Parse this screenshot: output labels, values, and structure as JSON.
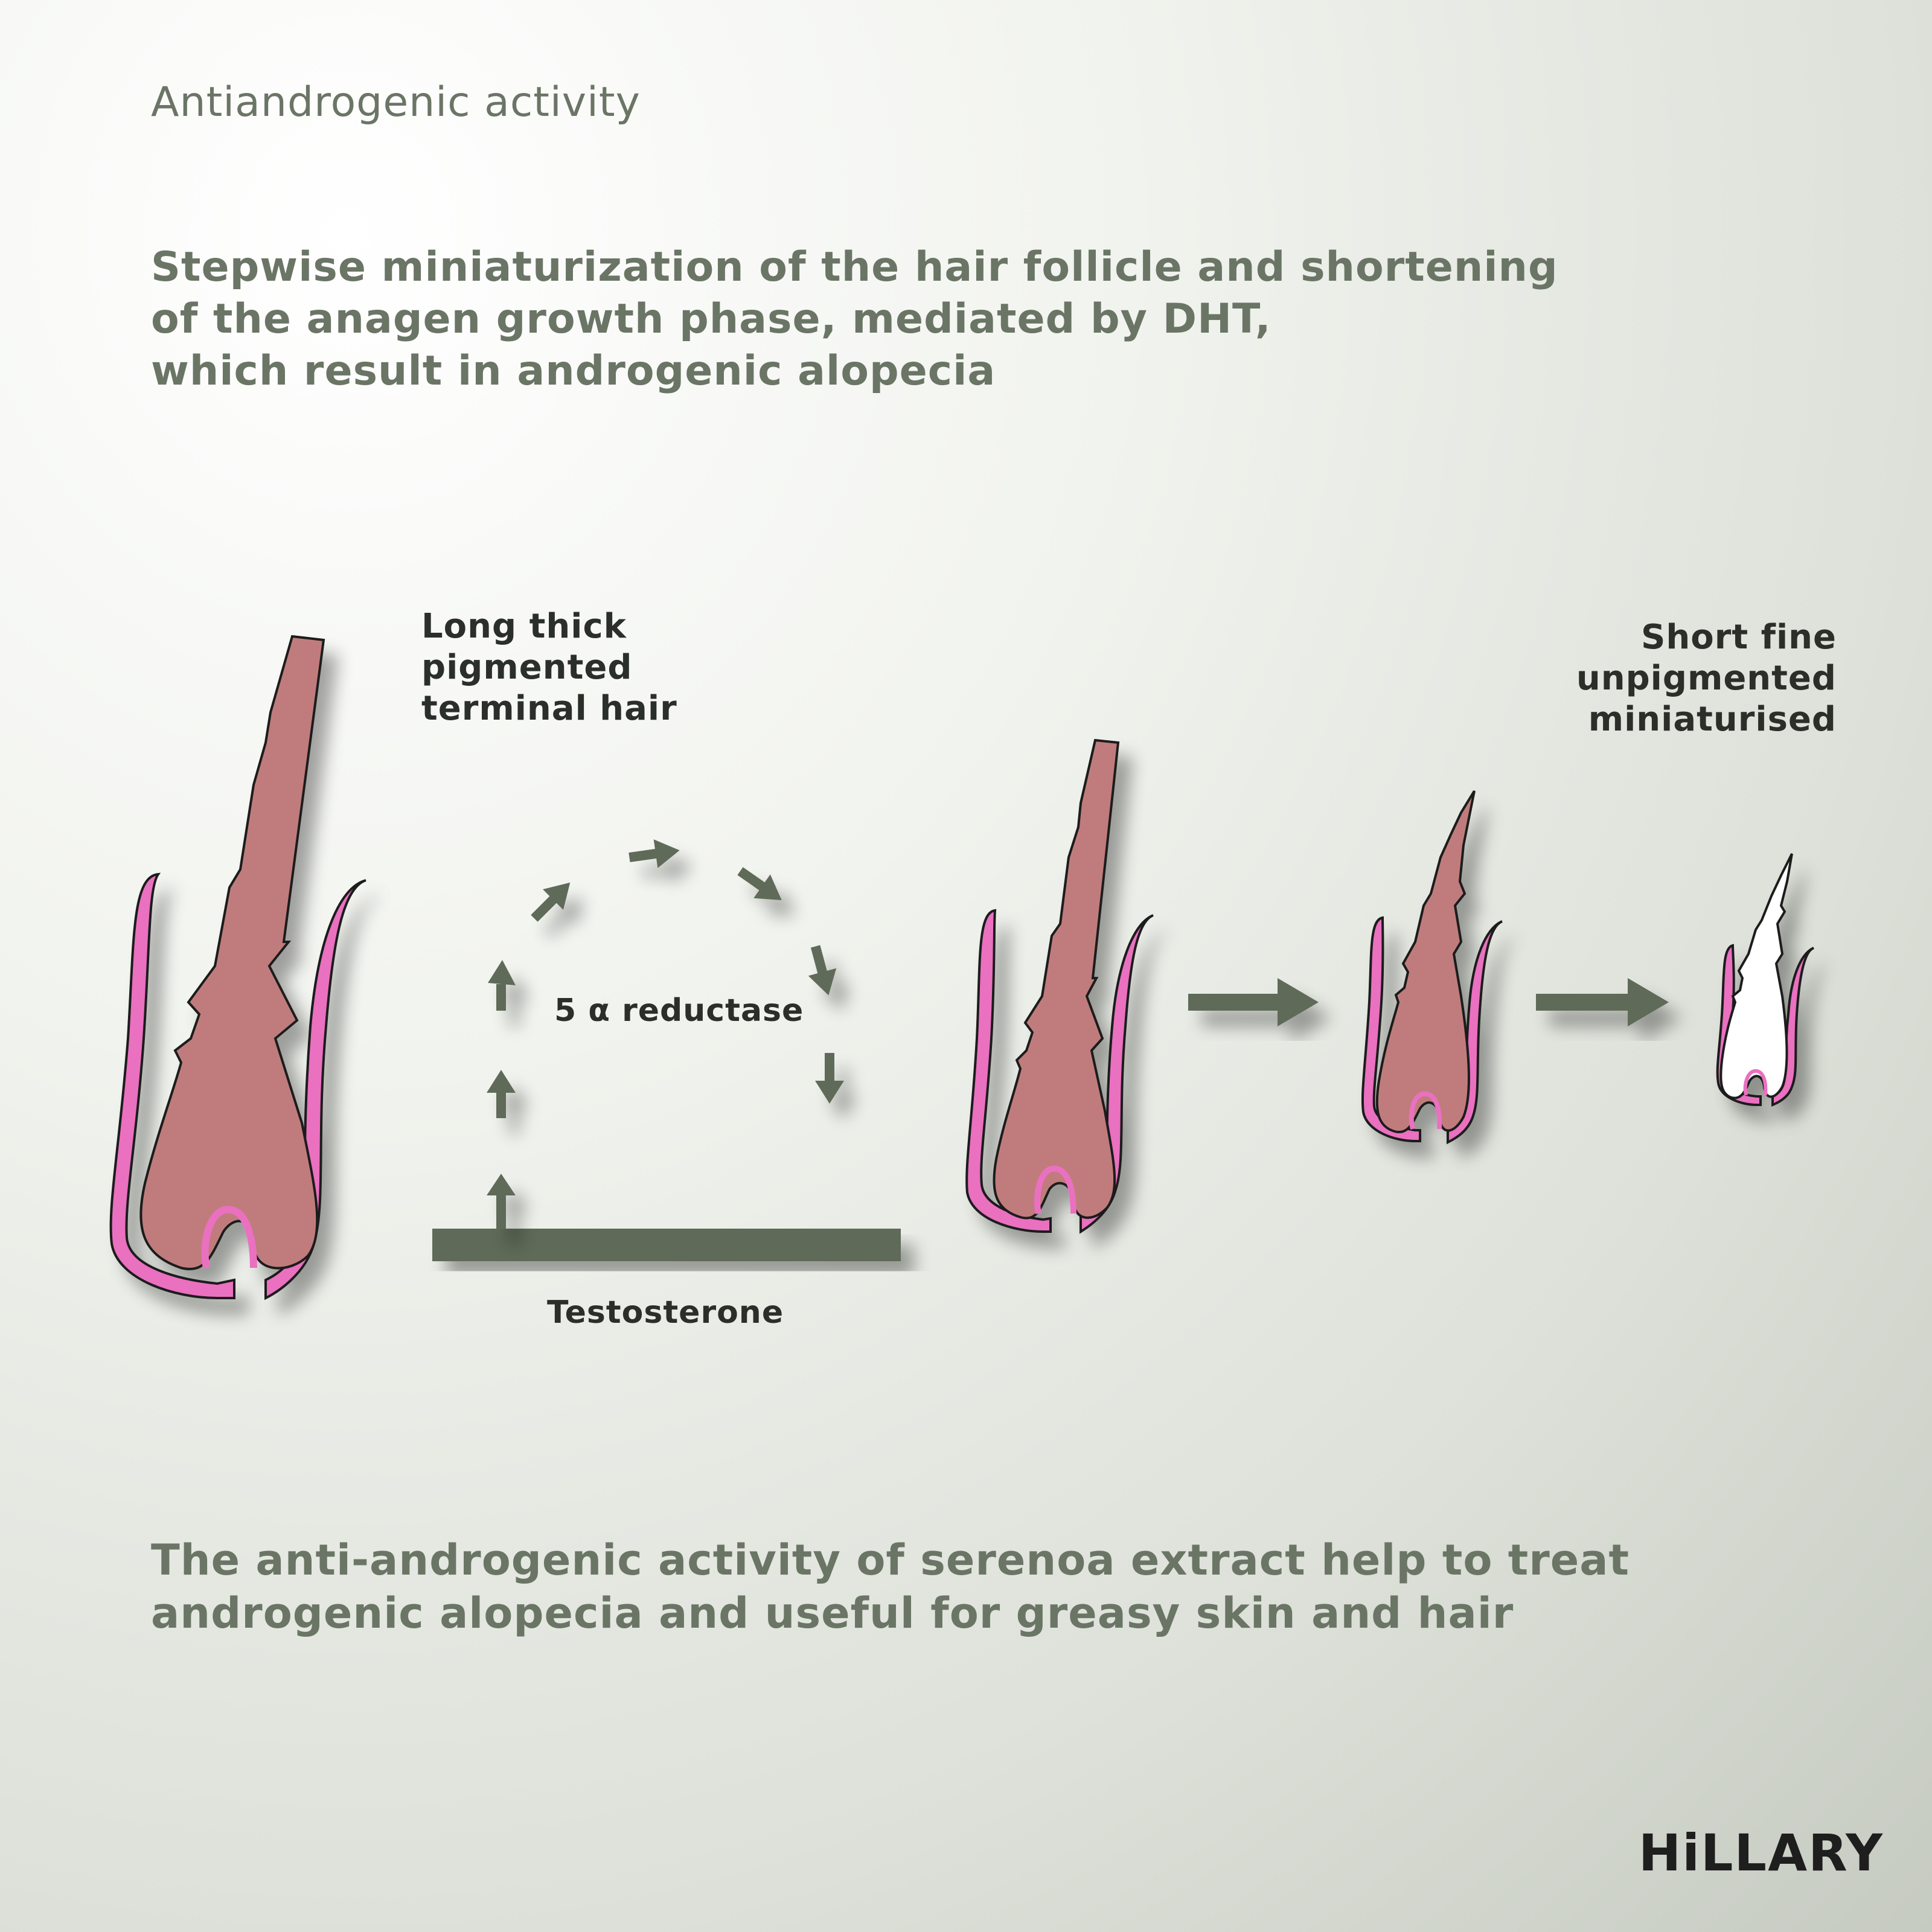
{
  "header": {
    "section_title": "Antiandrogenic activity",
    "subtitle_lines": [
      "Stepwise miniaturization of the hair follicle and shortening",
      "of the anagen growth phase, mediated by DHT,",
      "which result in androgenic alopecia"
    ]
  },
  "diagram": {
    "terminal_hair_label": [
      "Long thick",
      "pigmented",
      "terminal hair"
    ],
    "miniaturised_hair_label": [
      "Short fine",
      "unpigmented",
      "miniaturised"
    ],
    "enzyme_label": "5 α reductase",
    "substrate_label": "Testosterone"
  },
  "footer": {
    "lines": [
      "The anti-androgenic activity of serenoa extract help to treat",
      "androgenic alopecia and useful for greasy skin and hair"
    ]
  },
  "brand": {
    "logo_text": "HiLLARY"
  },
  "colors": {
    "accent_green": "#6b7566",
    "arrow_green": "#5f6a58",
    "hair_pigmented": "#c07c7c",
    "follicle_sheath": "#ea6fc0",
    "outline": "#1a1a1a"
  }
}
